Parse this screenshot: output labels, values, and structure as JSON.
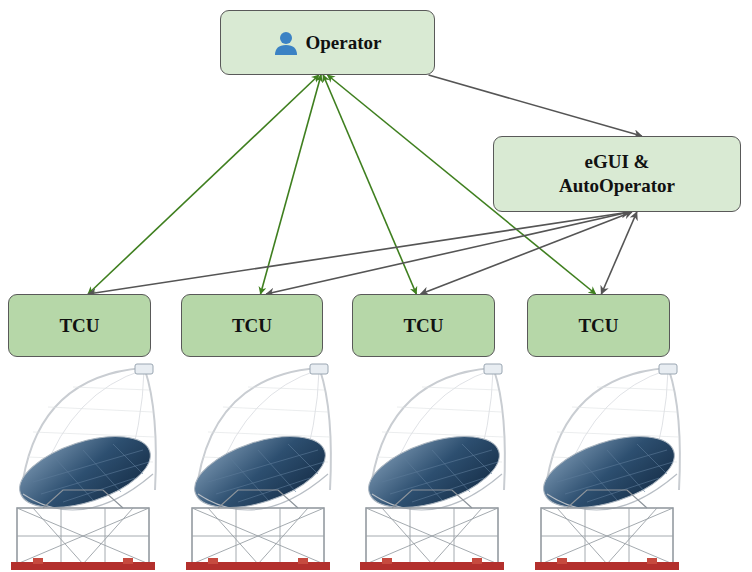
{
  "diagram": {
    "nodes": [
      {
        "text": [
          "Operator"
        ]
      },
      {
        "text": [
          "eGUI & AutoOperator"
        ]
      },
      {
        "text": [
          "TCU"
        ]
      },
      {
        "text": [
          "TCU"
        ]
      },
      {
        "text": [
          "TCU"
        ]
      },
      {
        "text": [
          "TCU"
        ]
      }
    ],
    "edges": [
      {
        "from": 0,
        "to": 2,
        "arrow": "both"
      },
      {
        "from": 0,
        "to": 3,
        "arrow": "both"
      },
      {
        "from": 0,
        "to": 4,
        "arrow": "both"
      },
      {
        "from": 0,
        "to": 5,
        "arrow": "both"
      },
      {
        "from": 0,
        "to": 1,
        "arrow": "to"
      },
      {
        "from": 1,
        "to": 2,
        "arrow": "both"
      },
      {
        "from": 1,
        "to": 3,
        "arrow": "both"
      },
      {
        "from": 1,
        "to": 4,
        "arrow": "both"
      },
      {
        "from": 1,
        "to": 5,
        "arrow": "both"
      }
    ]
  }
}
